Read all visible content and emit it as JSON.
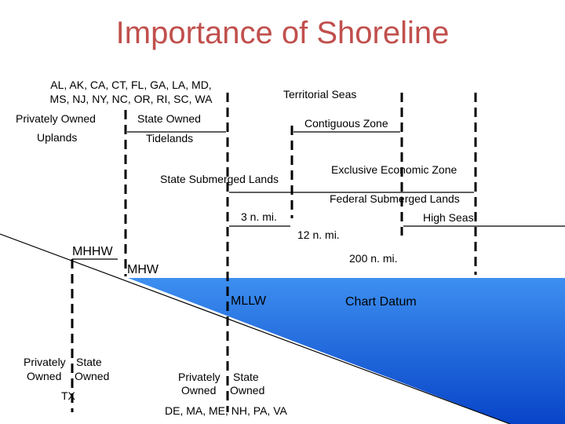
{
  "title": "Importance of Shoreline",
  "states_top": [
    "AL, AK, CA, CT, FL, GA, LA, MD,",
    "MS, NJ, NY, NC, OR, RI, SC, WA"
  ],
  "privately_owned": "Privately Owned",
  "state_owned": "State Owned",
  "uplands": "Uplands",
  "tidelands": "Tidelands",
  "territorial_seas": "Territorial Seas",
  "contiguous_zone": "Contiguous Zone",
  "exclusive_economic_zone": "Exclusive Economic Zone",
  "state_submerged_lands": "State Submerged Lands",
  "federal_submerged_lands": "Federal Submerged Lands",
  "three_nmi": "3 n. mi.",
  "high_seas": "High Seas",
  "twelve_nmi": "12 n. mi.",
  "two_hundred_nmi": "200 n. mi.",
  "mhhw": "MHHW",
  "mhw": "MHW",
  "mllw": "MLLW",
  "chart_datum": "Chart Datum",
  "tx_block": {
    "privately": "Privately",
    "state": "State",
    "owned_left": "Owned",
    "owned_right": "Owned",
    "state_name": "TX"
  },
  "bottom_block": {
    "privately": "Privately",
    "state": "State",
    "owned_left": "Owned",
    "owned_right": "Owned",
    "states": "DE, MA, ME, NH, PA, VA"
  },
  "colors": {
    "title": "#c0504d",
    "water_light": "#3d8ff0",
    "water_dark": "#0844c8"
  }
}
